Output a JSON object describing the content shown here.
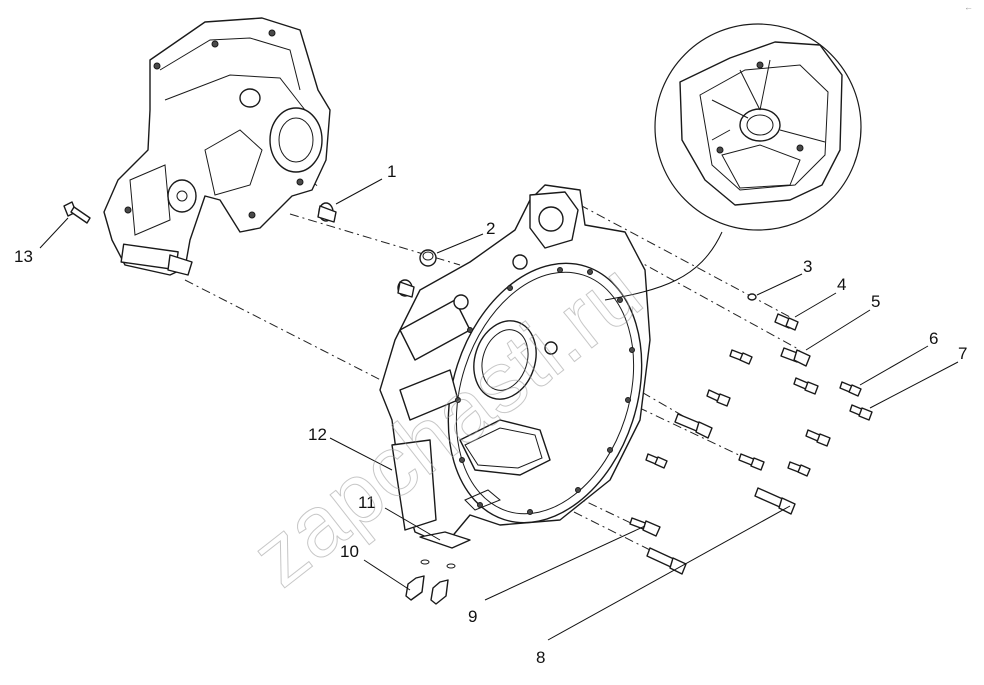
{
  "callouts": [
    "1",
    "2",
    "3",
    "4",
    "5",
    "6",
    "7",
    "8",
    "9",
    "10",
    "11",
    "12",
    "13"
  ],
  "watermark": "zapchasti.ru",
  "corner_mark": "←"
}
